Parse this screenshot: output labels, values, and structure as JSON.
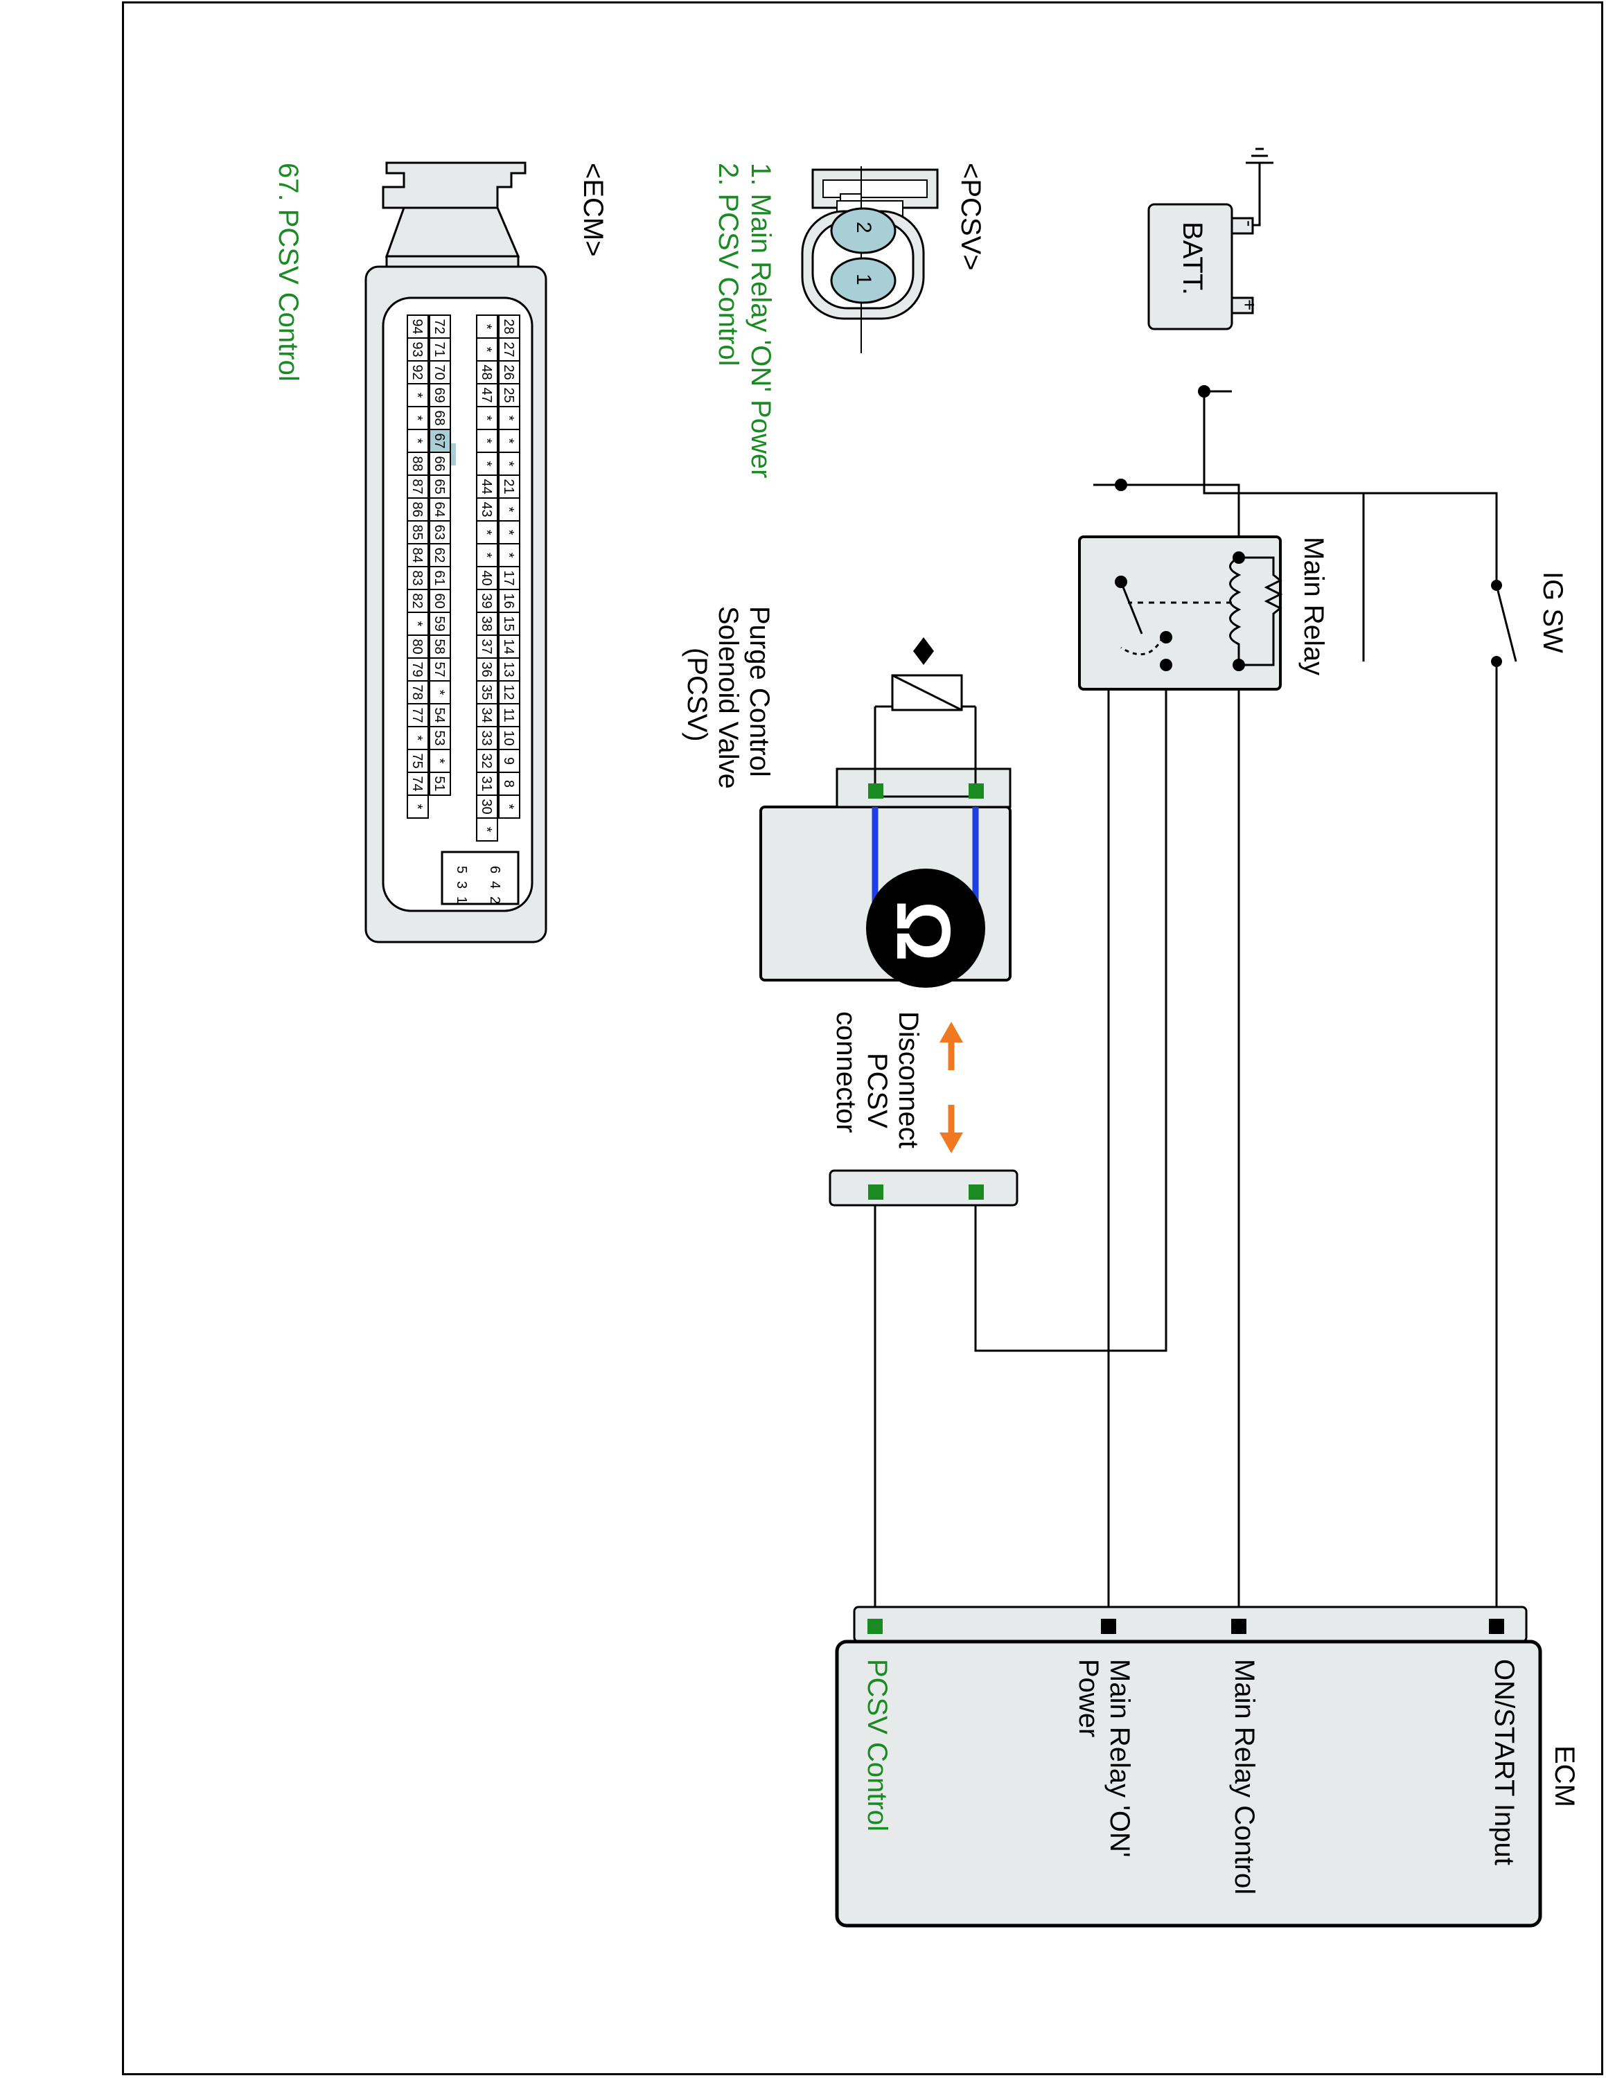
{
  "batt": {
    "label": "BATT.",
    "plus": "+",
    "minus": "-"
  },
  "ig_sw": {
    "label": "IG SW"
  },
  "main_relay": {
    "label": "Main Relay"
  },
  "pcsv_valve": {
    "label_line1": "Purge Control",
    "label_line2": "Solenoid Valve",
    "label_line3": "(PCSV)"
  },
  "ohm_symbol": "Ω",
  "disconnect": {
    "line1": "Disconnect",
    "line2": "PCSV",
    "line3": "connector"
  },
  "ecm": {
    "title": "ECM",
    "pins": [
      {
        "label": "ON/START Input"
      },
      {
        "label": "Main Relay Control"
      },
      {
        "label_line1": "Main Relay 'ON'",
        "label_line2": "Power"
      },
      {
        "label": "PCSV Control",
        "highlight": true
      }
    ]
  },
  "pcsv_connector": {
    "title": "<PCSV>",
    "pins": [
      "2",
      "1"
    ],
    "notes": [
      "1. Main Relay 'ON' Power",
      "2. PCSV Control"
    ]
  },
  "ecm_connector": {
    "title": "<ECM>",
    "note": "67. PCSV Control",
    "highlight_pin": "67",
    "upper_rows": [
      [
        "94",
        "93",
        "92",
        "*",
        "*",
        "*",
        "88",
        "87",
        "86",
        "85",
        "84",
        "83",
        "82",
        "*",
        "80",
        "79",
        "78",
        "77",
        "*",
        "75",
        "74",
        "*"
      ],
      [
        "72",
        "71",
        "70",
        "69",
        "68",
        "67",
        "66",
        "65",
        "64",
        "63",
        "62",
        "61",
        "60",
        "59",
        "58",
        "57",
        "*",
        "54",
        "53",
        "*",
        "51"
      ]
    ],
    "lower_rows": [
      [
        "*",
        "*",
        "48",
        "47",
        "*",
        "*",
        "*",
        "44",
        "43",
        "*",
        "*",
        "40",
        "39",
        "38",
        "37",
        "36",
        "35",
        "34",
        "33",
        "32",
        "31",
        "30",
        "*"
      ],
      [
        "28",
        "27",
        "26",
        "25",
        "*",
        "*",
        "*",
        "21",
        "*",
        "*",
        "*",
        "17",
        "16",
        "15",
        "14",
        "13",
        "12",
        "11",
        "10",
        "9",
        "8",
        "*"
      ]
    ],
    "aux_pins": [
      "6",
      "5",
      "4",
      "3",
      "2",
      "1"
    ]
  },
  "colors": {
    "green": "#1a8a22",
    "blue": "#1f3fe6",
    "orange": "#f07820",
    "box_fill": "#e6eaea"
  }
}
